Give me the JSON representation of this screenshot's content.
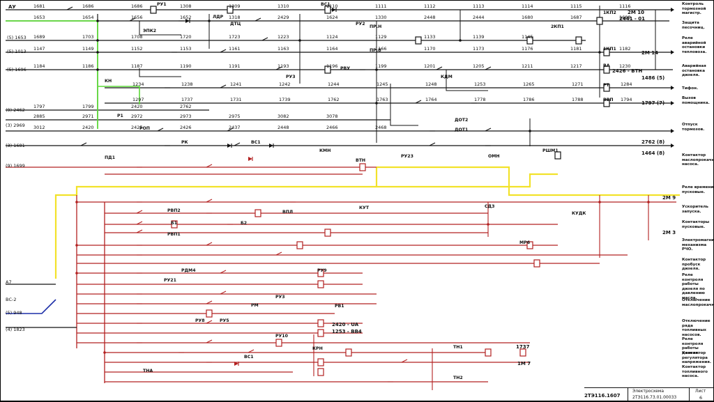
{
  "colors": {
    "background": "#ffffff",
    "black_wire": "#111111",
    "green_wire": "#5dd93a",
    "yellow_wire": "#f2e22a",
    "red_wire": "#b22020",
    "blue_wire": "#1d2fa8",
    "frame": "#000000"
  },
  "inputs": {
    "au": "АУ",
    "w1653": "(5) 1653",
    "w1013": "(5) 1013",
    "w1696": "(5) 1696",
    "w2462": "(9) 2462",
    "w2969": "(3) 2969",
    "w1681": "(3) 1681",
    "w1699": "(9) 1699",
    "a7": "А7",
    "bs2": "ВС-2",
    "w948": "(5) 948",
    "w1823": "(4) 1823"
  },
  "device_labels": {
    "ru1": "РУ1",
    "ldr": "ЛДР",
    "dtsh": "ДТЦ",
    "bs1": "ВС1",
    "ru2": "РУ2",
    "epk2": "ЭПК2",
    "pr_n": "ПР.Н",
    "pr_v": "ПР.В",
    "kp2": "1КП2",
    "kp1": "1КП1",
    "kp12": "2КП1",
    "ru3": "РУ3",
    "rvu": "РВУ",
    "va": "ВА",
    "rt": "РТ",
    "bvp": "ВВП",
    "kdm": "КДМ",
    "kn": "КН",
    "p1": "Р1",
    "rop": "РОП",
    "dot2": "ДОТ2",
    "dot1": "ДОТ1",
    "rk": "РК",
    "bs12": "ВС1",
    "kmn": "КМН",
    "rshm1": "РШМ1",
    "pd1": "ПД1",
    "vtn": "ВТН",
    "ru23": "РУ23",
    "omn": "ОМН",
    "rvp2": "РВП2",
    "rvp1": "РВП1",
    "b1": "Б1",
    "b2": "Б2",
    "rdm4": "РДМ4",
    "ru9": "РУ9",
    "rm": "РМ",
    "mr6": "МР6",
    "vpl": "ВПЛ",
    "sdz": "СДЗ",
    "kudk": "КУДК",
    "ru8": "РУ8",
    "ru5": "РУ5",
    "ru10": "РУ10",
    "krn": "КРН",
    "tn1": "ТН1",
    "tn2": "ТН2",
    "tna": "ТНА",
    "pb1": "РВ1",
    "bs1b": "ВС1",
    "pu21": "РУ21",
    "kyt": "КУТ",
    "rvu3": "РУ3"
  },
  "outputs": {
    "o_2m10": "2М 10",
    "o_2441_01": "2441 - 01",
    "o_2m14": "2М 14",
    "o_2426_vtn": "2426 - ВТН",
    "o_1486": "1486 (5)",
    "o_1797": "1797 (7)",
    "o_2762": "2762 (8)",
    "o_1464": "1464 (8)",
    "o_2m9": "2М 9",
    "o_2m3": "2М 3",
    "o_2420_ua": "2420 - UA",
    "o_1253_bb4": "1253 - ВВ4",
    "o_1m7": "1М 7",
    "o_1737": "1737"
  },
  "notes": [
    "Контроль тормозной магистр.",
    "Защита песочниц.",
    "Реле аварийной остановки тепловоза.",
    "Аварийная остановка дизеля.",
    "Тифон.",
    "Вызов помощника.",
    "Отпуск тормозов.",
    "Контактор маслопрокачивающего насоса.",
    "Реле времени пусковые.",
    "Ускоритель запуска.",
    "Контакторы пусковые.",
    "Электромагнит механизма РЧО.",
    "Контактор пробуск дизеля.",
    "Реле контроля работы дизеля по давлению масла.",
    "Отключение маслопрокачки.",
    "Отключение ряда топливных насосов.",
    "Реле контроля работы дизеля.",
    "Контактор регулятора напряжения.",
    "Контактор топливного насоса."
  ],
  "title_block": {
    "drawing_number": "2ТЭ116.1607",
    "title_line1": "Электросхема",
    "title_line2": "2ТЭ116.73.01.00033",
    "sheet_label": "Лист",
    "sheet_number": "6"
  },
  "wire_numbers": [
    "1681",
    "1686",
    "1686",
    "1308",
    "1309",
    "1310",
    "1110",
    "1111",
    "1112",
    "1113",
    "1114",
    "1115",
    "1116",
    "1653",
    "1654",
    "1656",
    "1652",
    "1318",
    "2429",
    "1624",
    "1330",
    "2448",
    "2444",
    "1680",
    "1687",
    "1688",
    "1689",
    "1703",
    "1708",
    "1720",
    "1723",
    "1223",
    "1124",
    "1129",
    "1133",
    "1139",
    "1145",
    "1147",
    "1149",
    "1152",
    "1153",
    "1161",
    "1163",
    "1164",
    "1166",
    "1170",
    "1173",
    "1176",
    "1181",
    "1182",
    "1184",
    "1186",
    "1187",
    "1190",
    "1191",
    "1193",
    "1196",
    "1199",
    "1201",
    "1205",
    "1211",
    "1217",
    "1230",
    "1234",
    "1238",
    "1241",
    "1242",
    "1244",
    "1245",
    "1248",
    "1253",
    "1265",
    "1271",
    "1284",
    "1297",
    "1737",
    "1731",
    "1739",
    "1762",
    "1763",
    "1764",
    "1778",
    "1786",
    "1788",
    "1794",
    "1797",
    "1799",
    "2420",
    "2762",
    "2885",
    "2971",
    "2972",
    "2973",
    "2975",
    "3082",
    "3078",
    "3012",
    "2420",
    "2425",
    "2426",
    "2437",
    "2448",
    "2466",
    "2468"
  ]
}
